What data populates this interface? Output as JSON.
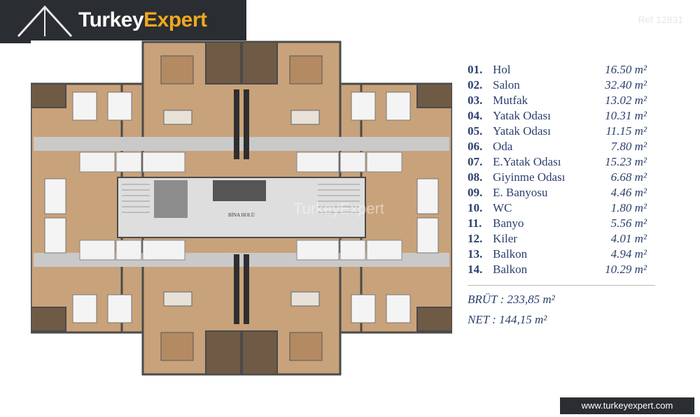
{
  "brand": {
    "word1": "Turkey",
    "word2": "Expert"
  },
  "ref": "Ref 12831",
  "rooms": [
    {
      "num": "01.",
      "name": "Hol",
      "area": "16.50 m²"
    },
    {
      "num": "02.",
      "name": "Salon",
      "area": "32.40 m²"
    },
    {
      "num": "03.",
      "name": "Mutfak",
      "area": "13.02 m²"
    },
    {
      "num": "04.",
      "name": "Yatak Odası",
      "area": "10.31 m²"
    },
    {
      "num": "05.",
      "name": "Yatak Odası",
      "area": "11.15 m²"
    },
    {
      "num": "06.",
      "name": "Oda",
      "area": "7.80 m²"
    },
    {
      "num": "07.",
      "name": "E.Yatak Odası",
      "area": "15.23 m²"
    },
    {
      "num": "08.",
      "name": "Giyinme Odası",
      "area": "6.68 m²"
    },
    {
      "num": "09.",
      "name": "E. Banyosu",
      "area": "4.46 m²"
    },
    {
      "num": "10.",
      "name": "WC",
      "area": "1.80 m²"
    },
    {
      "num": "11.",
      "name": "Banyo",
      "area": "5.56 m²"
    },
    {
      "num": "12.",
      "name": "Kiler",
      "area": "4.01 m²"
    },
    {
      "num": "13.",
      "name": "Balkon",
      "area": "4.94 m²"
    },
    {
      "num": "14.",
      "name": "Balkon",
      "area": "10.29 m²"
    }
  ],
  "totals": {
    "brut": "BRÜT : 233,85 m²",
    "net": "NET : 144,15 m²"
  },
  "plan": {
    "common_label": "BİNA HOLÜ",
    "watermark": "TurkeyExpert"
  },
  "footer_url": "www.turkeyexpert.com",
  "colors": {
    "title_blue": "#2b3f6e",
    "brand_orange": "#f0a81e",
    "dark_bar": "#2a2d31",
    "floor_wood": "#c8a27a",
    "wall": "#4a4a4a"
  }
}
